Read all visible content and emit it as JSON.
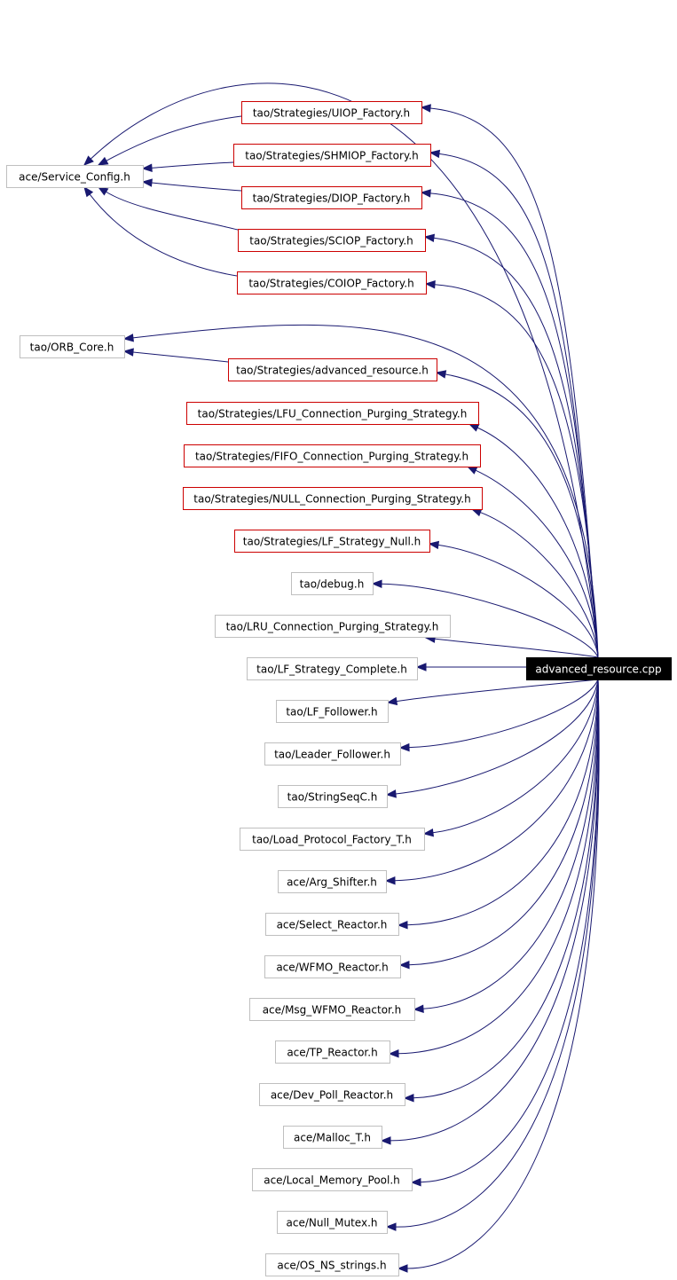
{
  "colors": {
    "edge": "#191970",
    "node_fill": "#ffffff",
    "node_border_plain": "#bfbfbf",
    "node_border_linked": "#cc0000",
    "root_fill": "#000000",
    "root_text": "#ffffff",
    "text": "#000000"
  },
  "diagram": {
    "root": {
      "id": "advanced_resource_cpp",
      "label": "advanced_resource.cpp"
    },
    "nodes": [
      {
        "id": "service_config",
        "label": "ace/Service_Config.h",
        "linked": false
      },
      {
        "id": "uiop_factory",
        "label": "tao/Strategies/UIOP_Factory.h",
        "linked": true
      },
      {
        "id": "shmiop_factory",
        "label": "tao/Strategies/SHMIOP_Factory.h",
        "linked": true
      },
      {
        "id": "diop_factory",
        "label": "tao/Strategies/DIOP_Factory.h",
        "linked": true
      },
      {
        "id": "sciop_factory",
        "label": "tao/Strategies/SCIOP_Factory.h",
        "linked": true
      },
      {
        "id": "coiop_factory",
        "label": "tao/Strategies/COIOP_Factory.h",
        "linked": true
      },
      {
        "id": "orb_core",
        "label": "tao/ORB_Core.h",
        "linked": false
      },
      {
        "id": "advanced_resource_h",
        "label": "tao/Strategies/advanced_resource.h",
        "linked": true
      },
      {
        "id": "lfu_purging",
        "label": "tao/Strategies/LFU_Connection_Purging_Strategy.h",
        "linked": true
      },
      {
        "id": "fifo_purging",
        "label": "tao/Strategies/FIFO_Connection_Purging_Strategy.h",
        "linked": true
      },
      {
        "id": "null_purging",
        "label": "tao/Strategies/NULL_Connection_Purging_Strategy.h",
        "linked": true
      },
      {
        "id": "lf_strategy_null",
        "label": "tao/Strategies/LF_Strategy_Null.h",
        "linked": true
      },
      {
        "id": "debug",
        "label": "tao/debug.h",
        "linked": false
      },
      {
        "id": "lru_purging",
        "label": "tao/LRU_Connection_Purging_Strategy.h",
        "linked": false
      },
      {
        "id": "lf_strategy_complete",
        "label": "tao/LF_Strategy_Complete.h",
        "linked": false
      },
      {
        "id": "lf_follower",
        "label": "tao/LF_Follower.h",
        "linked": false
      },
      {
        "id": "leader_follower",
        "label": "tao/Leader_Follower.h",
        "linked": false
      },
      {
        "id": "stringseqc",
        "label": "tao/StringSeqC.h",
        "linked": false
      },
      {
        "id": "load_protocol_factory",
        "label": "tao/Load_Protocol_Factory_T.h",
        "linked": false
      },
      {
        "id": "arg_shifter",
        "label": "ace/Arg_Shifter.h",
        "linked": false
      },
      {
        "id": "select_reactor",
        "label": "ace/Select_Reactor.h",
        "linked": false
      },
      {
        "id": "wfmo_reactor",
        "label": "ace/WFMO_Reactor.h",
        "linked": false
      },
      {
        "id": "msg_wfmo_reactor",
        "label": "ace/Msg_WFMO_Reactor.h",
        "linked": false
      },
      {
        "id": "tp_reactor",
        "label": "ace/TP_Reactor.h",
        "linked": false
      },
      {
        "id": "dev_poll_reactor",
        "label": "ace/Dev_Poll_Reactor.h",
        "linked": false
      },
      {
        "id": "malloc_t",
        "label": "ace/Malloc_T.h",
        "linked": false
      },
      {
        "id": "local_memory_pool",
        "label": "ace/Local_Memory_Pool.h",
        "linked": false
      },
      {
        "id": "null_mutex",
        "label": "ace/Null_Mutex.h",
        "linked": false
      },
      {
        "id": "os_ns_strings",
        "label": "ace/OS_NS_strings.h",
        "linked": false
      }
    ],
    "edges": [
      {
        "from": "advanced_resource_cpp",
        "to": "service_config"
      },
      {
        "from": "advanced_resource_cpp",
        "to": "uiop_factory"
      },
      {
        "from": "advanced_resource_cpp",
        "to": "shmiop_factory"
      },
      {
        "from": "advanced_resource_cpp",
        "to": "diop_factory"
      },
      {
        "from": "advanced_resource_cpp",
        "to": "sciop_factory"
      },
      {
        "from": "advanced_resource_cpp",
        "to": "coiop_factory"
      },
      {
        "from": "advanced_resource_cpp",
        "to": "orb_core"
      },
      {
        "from": "advanced_resource_cpp",
        "to": "advanced_resource_h"
      },
      {
        "from": "advanced_resource_cpp",
        "to": "lfu_purging"
      },
      {
        "from": "advanced_resource_cpp",
        "to": "fifo_purging"
      },
      {
        "from": "advanced_resource_cpp",
        "to": "null_purging"
      },
      {
        "from": "advanced_resource_cpp",
        "to": "lf_strategy_null"
      },
      {
        "from": "advanced_resource_cpp",
        "to": "debug"
      },
      {
        "from": "advanced_resource_cpp",
        "to": "lru_purging"
      },
      {
        "from": "advanced_resource_cpp",
        "to": "lf_strategy_complete"
      },
      {
        "from": "advanced_resource_cpp",
        "to": "lf_follower"
      },
      {
        "from": "advanced_resource_cpp",
        "to": "leader_follower"
      },
      {
        "from": "advanced_resource_cpp",
        "to": "stringseqc"
      },
      {
        "from": "advanced_resource_cpp",
        "to": "load_protocol_factory"
      },
      {
        "from": "advanced_resource_cpp",
        "to": "arg_shifter"
      },
      {
        "from": "advanced_resource_cpp",
        "to": "select_reactor"
      },
      {
        "from": "advanced_resource_cpp",
        "to": "wfmo_reactor"
      },
      {
        "from": "advanced_resource_cpp",
        "to": "msg_wfmo_reactor"
      },
      {
        "from": "advanced_resource_cpp",
        "to": "tp_reactor"
      },
      {
        "from": "advanced_resource_cpp",
        "to": "dev_poll_reactor"
      },
      {
        "from": "advanced_resource_cpp",
        "to": "malloc_t"
      },
      {
        "from": "advanced_resource_cpp",
        "to": "local_memory_pool"
      },
      {
        "from": "advanced_resource_cpp",
        "to": "null_mutex"
      },
      {
        "from": "advanced_resource_cpp",
        "to": "os_ns_strings"
      },
      {
        "from": "uiop_factory",
        "to": "service_config"
      },
      {
        "from": "shmiop_factory",
        "to": "service_config"
      },
      {
        "from": "diop_factory",
        "to": "service_config"
      },
      {
        "from": "sciop_factory",
        "to": "service_config"
      },
      {
        "from": "coiop_factory",
        "to": "service_config"
      },
      {
        "from": "advanced_resource_h",
        "to": "orb_core"
      }
    ]
  }
}
